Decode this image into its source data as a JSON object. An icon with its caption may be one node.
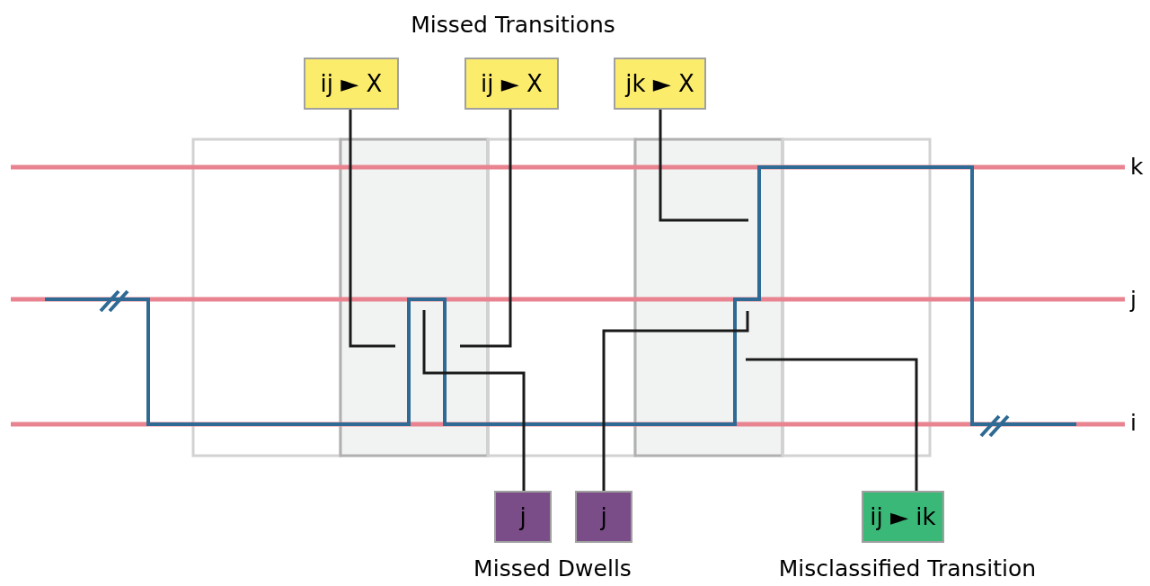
{
  "diagram": {
    "nodes": [
      {
        "text": [
          "ij ► X"
        ]
      },
      {
        "text": [
          "ij ► X"
        ]
      },
      {
        "text": [
          "jk ► X"
        ]
      },
      {
        "text": [
          "j"
        ]
      },
      {
        "text": [
          "j"
        ]
      },
      {
        "text": [
          "ij ► ik"
        ]
      }
    ],
    "edges": [
      {
        "from": 0,
        "to": null,
        "arrow": "none"
      },
      {
        "from": 1,
        "to": null,
        "arrow": "none"
      },
      {
        "from": 2,
        "to": null,
        "arrow": "none"
      },
      {
        "from": 3,
        "to": null,
        "arrow": "none"
      },
      {
        "from": 4,
        "to": null,
        "arrow": "none"
      },
      {
        "from": 5,
        "to": null,
        "arrow": "none"
      }
    ],
    "labels": [
      "Missed Transitions",
      "k",
      "j",
      "i",
      "Missed Dwells",
      "Misclassified Transition"
    ]
  }
}
